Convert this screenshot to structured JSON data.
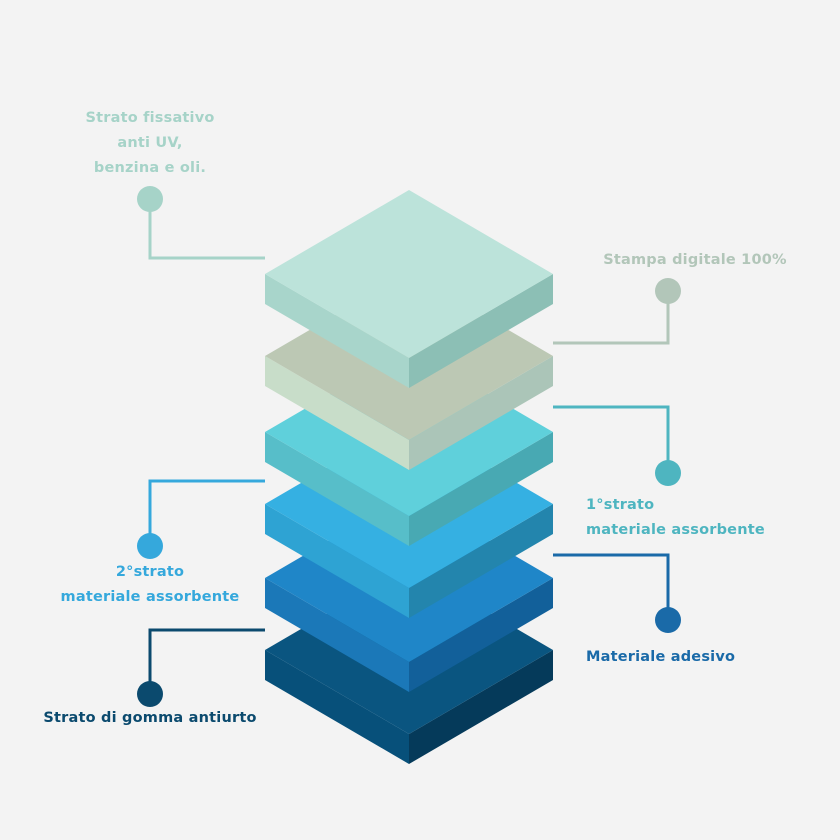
{
  "layers": [
    {
      "id": "rubber",
      "label": "Strato di gomma antiurto",
      "color_top": "#0a5580",
      "color_left": "#07507a",
      "color_right": "#053a5a",
      "dot": "#0b4a6e",
      "text_color": "#0b4a6e"
    },
    {
      "id": "adhesive",
      "label": "Materiale adesivo",
      "color_top": "#1f86c8",
      "color_left": "#1b78b8",
      "color_right": "#12609a",
      "dot": "#1a6aa8",
      "text_color": "#1a6aa8"
    },
    {
      "id": "absorbent-2",
      "label": "2°strato\nmateriale assorbente",
      "color_top": "#35b0e2",
      "color_left": "#2ea3d3",
      "color_right": "#2385ad",
      "dot": "#35a8dc",
      "text_color": "#35a8dc"
    },
    {
      "id": "absorbent-1",
      "label": "1°strato\nmateriale assorbente",
      "color_top": "#5fd0db",
      "color_left": "#57bec9",
      "color_right": "#48a9b3",
      "dot": "#4eb5c0",
      "text_color": "#4eb5c0"
    },
    {
      "id": "print",
      "label": "Stampa digitale 100%",
      "color_top": "#bcc8b4",
      "color_left": "#c8ddc9",
      "color_right": "#abc5b8",
      "dot": "#b2c6b9",
      "text_color": "#b2c6b9"
    },
    {
      "id": "fixative",
      "label": "Strato fissativo\nanti UV,\nbenzina e oli.",
      "color_top": "#bce3da",
      "color_left": "#a8d5cb",
      "color_right": "#8cbfb5",
      "dot": "#a6d3c8",
      "text_color": "#a6d3c8"
    }
  ]
}
